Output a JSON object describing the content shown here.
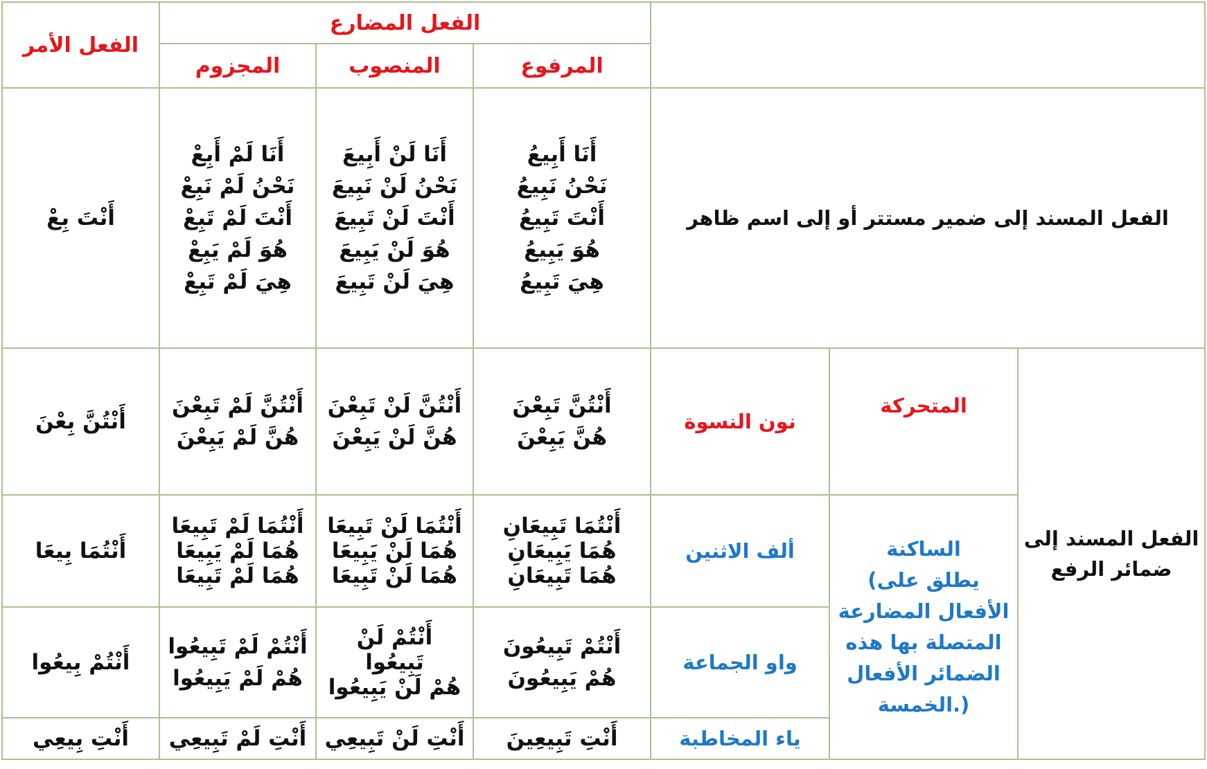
{
  "headers": {
    "imperative": "الفعل الأمر",
    "present": "الفعل المضارع",
    "majzum": "المجزوم",
    "mansub": "المنصوب",
    "marfu": "المرفوع"
  },
  "sections": {
    "hidden_pronoun": "الفعل المسند إلى ضمير مستتر أو إلى اسم ظاهر",
    "raf_pronouns": "الفعل المسند إلى ضمائر الرفع",
    "mutaharrika": "المتحركة",
    "sakina": [
      "الساكنة",
      "(يطلق على",
      "الأفعال المضارعة",
      "المتصلة بها هذه",
      "الضمائر الأفعال",
      "الخمسة.)"
    ]
  },
  "rows": {
    "hidden": {
      "amr": [
        "أَنْتَ بِعْ"
      ],
      "majzum": [
        "أَنَا لَمْ أَبِعْ",
        "نَحْنُ لَمْ نَبِعْ",
        "أَنْتَ لَمْ تَبِعْ",
        "هُوَ لَمْ يَبِعْ",
        "هِيَ لَمْ تَبِعْ"
      ],
      "mansub": [
        "أَنَا لَنْ أَبِيعَ",
        "نَحْنُ لَنْ نَبِيعَ",
        "أَنْتَ لَنْ تَبِيعَ",
        "هُوَ لَنْ يَبِيعَ",
        "هِيَ لَنْ تَبِيعَ"
      ],
      "marfu": [
        "أَنَا أَبِيعُ",
        "نَحْنُ نَبِيعُ",
        "أَنْتَ تَبِيعُ",
        "هُوَ يَبِيعُ",
        "هِيَ تَبِيعُ"
      ]
    },
    "niswa": {
      "label": "نون النسوة",
      "amr": [
        "أَنْتُنَّ بِعْنَ"
      ],
      "majzum": [
        "أَنْتُنَّ لَمْ تَبِعْنَ",
        "هُنَّ لَمْ يَبِعْنَ"
      ],
      "mansub": [
        "أَنْتُنَّ لَنْ تَبِعْنَ",
        "هُنَّ لَنْ يَبِعْنَ"
      ],
      "marfu": [
        "أَنْتُنَّ تَبِعْنَ",
        "هُنَّ يَبِعْنَ"
      ]
    },
    "ithnayn": {
      "label": "ألف الاثنين",
      "amr": [
        "أَنْتُمَا بِيعَا"
      ],
      "majzum": [
        "أَنْتُمَا لَمْ تَبِيعَا",
        "هُمَا لَمْ يَبِيعَا",
        "هُمَا لَمْ تَبِيعَا"
      ],
      "mansub": [
        "أَنْتُمَا لَنْ تَبِيعَا",
        "هُمَا لَنْ يَبِيعَا",
        "هُمَا لَنْ تَبِيعَا"
      ],
      "marfu": [
        "أَنْتُمَا تَبِيعَانِ",
        "هُمَا يَبِيعَانِ",
        "هُمَا تَبِيعَانِ"
      ]
    },
    "jamaa": {
      "label": "واو الجماعة",
      "amr": [
        "أَنْتُمْ بِيعُوا"
      ],
      "majzum": [
        "أَنْتُمْ لَمْ تَبِيعُوا",
        "هُمْ لَمْ يَبِيعُوا"
      ],
      "mansub": [
        "أَنْتُمْ لَنْ",
        "تَبِيعُوا",
        "هُمْ لَنْ يَبِيعُوا"
      ],
      "marfu": [
        "أَنْتُمْ تَبِيعُونَ",
        "هُمْ يَبِيعُونَ"
      ]
    },
    "mukhataba": {
      "label": "ياء المخاطبة",
      "amr": [
        "أَنْتِ بِيعِي"
      ],
      "majzum": [
        "أَنْتِ لَمْ تَبِيعِي"
      ],
      "mansub": [
        "أَنْتِ لَنْ تَبِيعِي"
      ],
      "marfu": [
        "أَنْتِ تَبِيعِينَ"
      ]
    }
  }
}
